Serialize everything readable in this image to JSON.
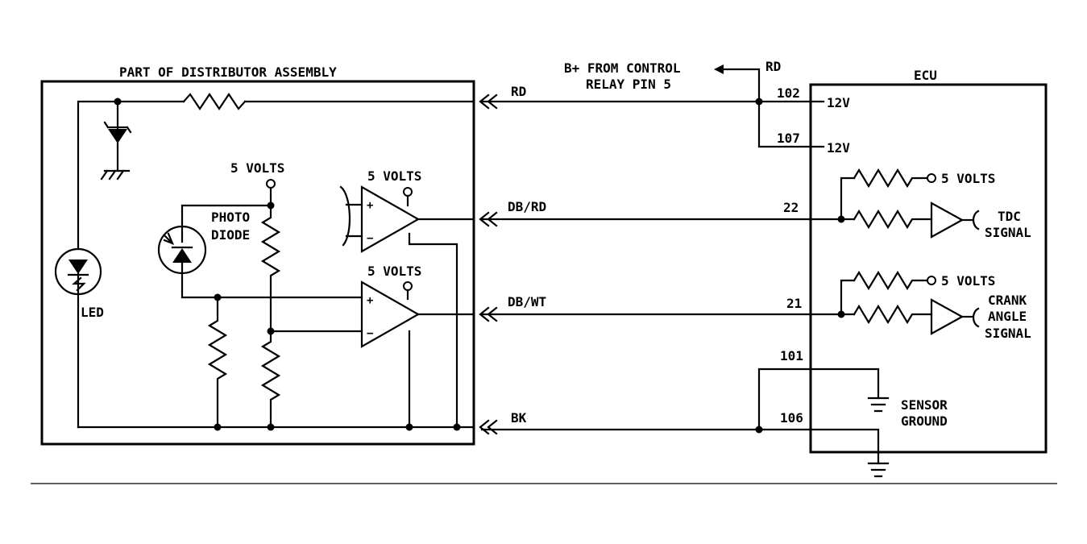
{
  "distributor": {
    "title": "PART OF DISTRIBUTOR ASSEMBLY"
  },
  "ecu": {
    "title": "ECU"
  },
  "supply": {
    "source_line1": "B+ FROM CONTROL",
    "source_line2": "RELAY PIN 5",
    "wire_color": "RD"
  },
  "labels": {
    "five_volts_photo": "5 VOLTS",
    "five_volts_amp_top": "5 VOLTS",
    "five_volts_amp_bottom": "5 VOLTS",
    "photo_line1": "PHOTO",
    "photo_line2": "DIODE",
    "led": "LED"
  },
  "wires": {
    "rd": "RD",
    "db_rd": "DB/RD",
    "db_wt": "DB/WT",
    "bk": "BK"
  },
  "pins": {
    "p102": "102",
    "p107": "107",
    "p22": "22",
    "p21": "21",
    "p101": "101",
    "p106": "106"
  },
  "ecu_labels": {
    "v12_a": "12V",
    "v12_b": "12V",
    "five_volts_tdc": "5 VOLTS",
    "five_volts_crank": "5 VOLTS",
    "tdc_line1": "TDC",
    "tdc_line2": "SIGNAL",
    "crank_line1": "CRANK",
    "crank_line2": "ANGLE",
    "crank_line3": "SIGNAL",
    "sensor_ground_line1": "SENSOR",
    "sensor_ground_line2": "GROUND"
  }
}
